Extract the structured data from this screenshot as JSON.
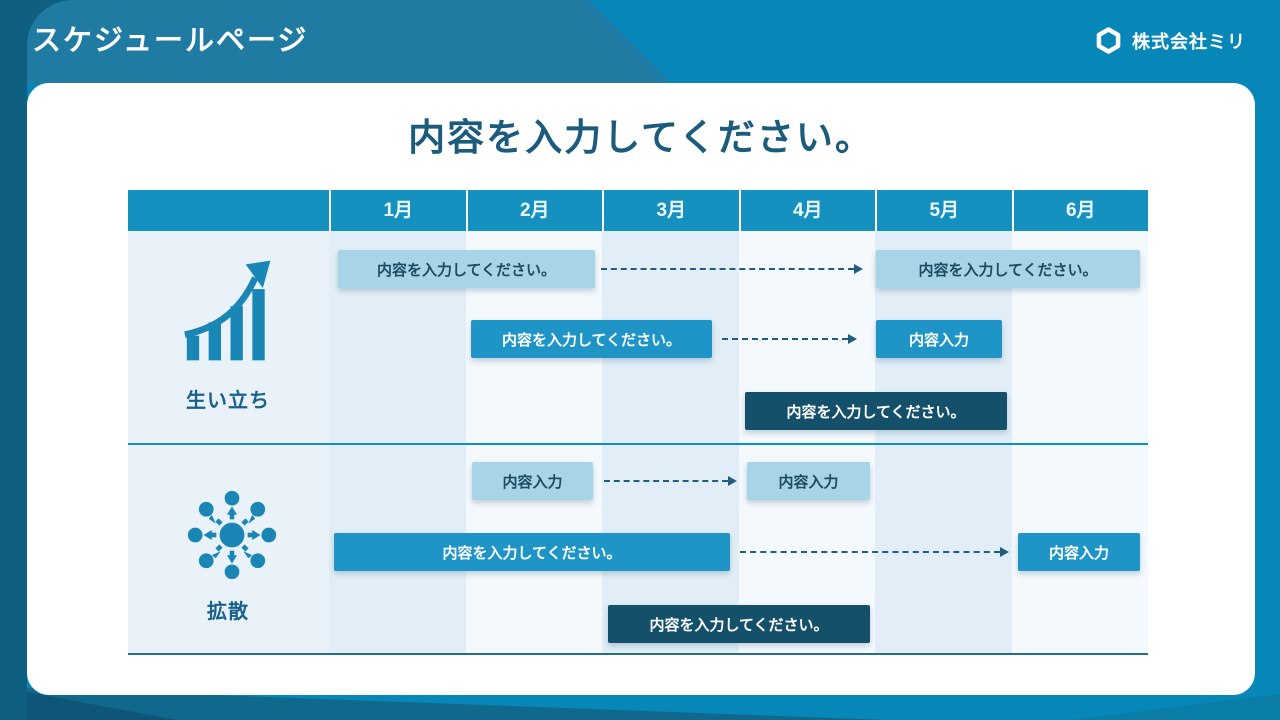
{
  "header": {
    "title": "スケジュールページ",
    "company_name": "株式会社ミリ",
    "logo_icon": "hexagon-icon"
  },
  "card": {
    "title": "内容を入力してください。"
  },
  "gantt": {
    "months": [
      "1月",
      "2月",
      "3月",
      "4月",
      "5月",
      "6月"
    ],
    "rows": [
      {
        "label": "生い立ち",
        "icon": "growth-chart-icon",
        "bars": [
          {
            "text": "内容を入力してください。",
            "style": "light"
          },
          {
            "text": "内容を入力してください。",
            "style": "light"
          },
          {
            "text": "内容を入力してください。",
            "style": "medium"
          },
          {
            "text": "内容入力",
            "style": "medium"
          },
          {
            "text": "内容を入力してください。",
            "style": "dark"
          }
        ]
      },
      {
        "label": "拡散",
        "icon": "spread-icon",
        "bars": [
          {
            "text": "内容入力",
            "style": "light"
          },
          {
            "text": "内容入力",
            "style": "light"
          },
          {
            "text": "内容を入力してください。",
            "style": "medium"
          },
          {
            "text": "内容入力",
            "style": "medium"
          },
          {
            "text": "内容を入力してください。",
            "style": "dark"
          }
        ]
      }
    ]
  },
  "colors": {
    "background_teal": "#0687b8",
    "background_dark": "#0f5f80",
    "table_header_teal": "#1591c0",
    "bar_light": "#a7d5e7",
    "bar_medium": "#1e95c6",
    "bar_dark": "#15506a",
    "title_text": "#1b5b7c",
    "arrow": "#1f5f7d"
  }
}
